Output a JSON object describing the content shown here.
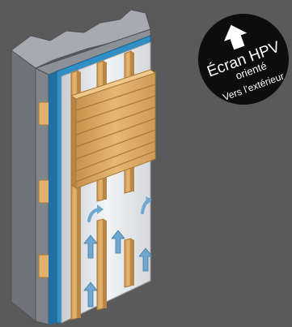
{
  "badge": {
    "line1": "Écran HPV",
    "line2": "orienté",
    "line3": "Vers l’extérieur"
  },
  "colors": {
    "background": "#5a5a5a",
    "masonry_face": "#8c9097",
    "masonry_side": "#6f737a",
    "masonry_top": "#a7abb1",
    "membrane": "#2f8fc6",
    "insulation": "#dfe3e6",
    "wood": "#e0b06d",
    "wood_dark": "#b98543",
    "arrow": "#6fa7cf",
    "badge_bg": "#0d0d0d"
  },
  "icons": [
    "up-arrow-icon",
    "airflow-arrow-icon",
    "curved-airflow-arrow-icon"
  ]
}
